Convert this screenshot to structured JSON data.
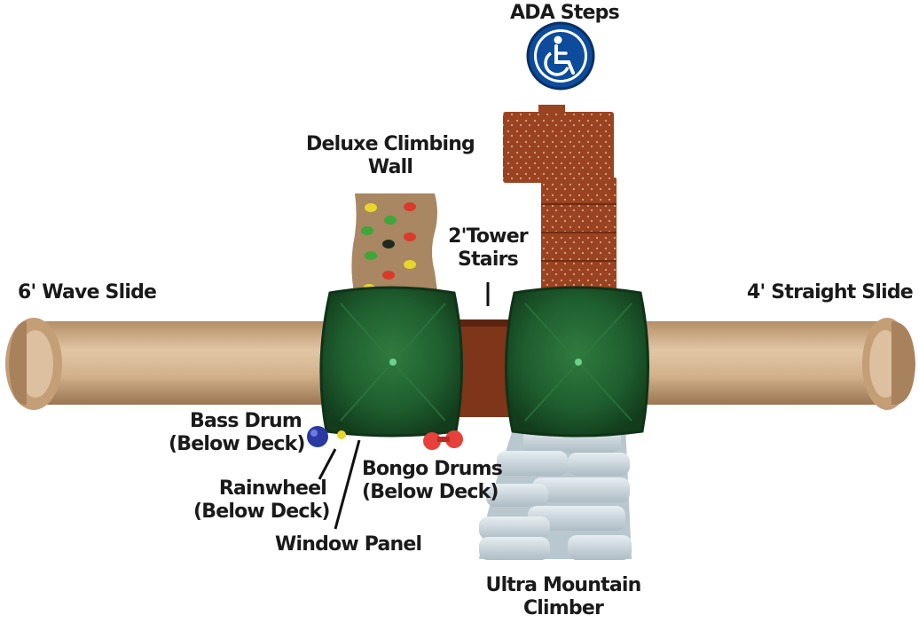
{
  "labels": {
    "ada_steps": "ADA Steps",
    "climbing_wall": [
      "Deluxe Climbing",
      "Wall"
    ],
    "tower_stairs": [
      "2'Tower",
      "Stairs"
    ],
    "wave_slide": "6' Wave Slide",
    "straight_slide": "4' Straight Slide",
    "bass_drum": [
      "Bass Drum",
      "(Below Deck)"
    ],
    "rainwheel": [
      "Rainwheel",
      "(Below Deck)"
    ],
    "window_panel": "Window Panel",
    "bongo_drums": [
      "Bongo Drums",
      "(Below Deck)"
    ],
    "mountain_climber": [
      "Ultra Mountain",
      "Climber"
    ]
  },
  "icons": {
    "accessibility": "wheelchair-icon"
  },
  "colors": {
    "slide_tan": "#c9a47f",
    "roof_green": "#1f5c2e",
    "panel_brown": "#8b3a1c",
    "climber_gray": "#c7d2d8",
    "wall_tan": "#a88762",
    "ada_blue": "#0d4c9c"
  }
}
